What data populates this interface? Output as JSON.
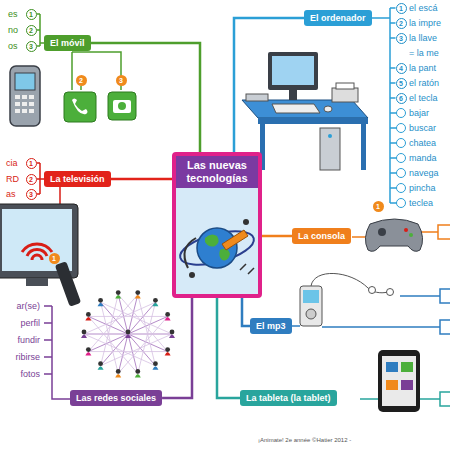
{
  "diagram": {
    "nodes": [
      {
        "text": [
          "Las nuevas tecnologías"
        ]
      },
      {
        "text": [
          "El móvil"
        ]
      },
      {
        "text": [
          "El ordenador"
        ]
      },
      {
        "text": [
          "La televisión"
        ]
      },
      {
        "text": [
          "La consola"
        ]
      },
      {
        "text": [
          "El mp3"
        ]
      },
      {
        "text": [
          "Las redes sociales"
        ]
      },
      {
        "text": [
          "La tableta (la tablet)"
        ]
      }
    ],
    "edges": [
      {
        "from": 0,
        "to": 1,
        "arrow": "none"
      },
      {
        "from": 0,
        "to": 2,
        "arrow": "none"
      },
      {
        "from": 0,
        "to": 3,
        "arrow": "none"
      },
      {
        "from": 0,
        "to": 4,
        "arrow": "none"
      },
      {
        "from": 0,
        "to": 5,
        "arrow": "none"
      },
      {
        "from": 0,
        "to": 6,
        "arrow": "none"
      },
      {
        "from": 0,
        "to": 7,
        "arrow": "none"
      }
    ],
    "labels": [
      "es",
      "1",
      "no",
      "2",
      "os",
      "3",
      "2",
      "3",
      "1",
      "el escá",
      "2",
      "la impre",
      "3",
      "la llave",
      "= la me",
      "4",
      "la pant",
      "5",
      "el ratón",
      "6",
      "el tecla",
      "bajar",
      "buscar",
      "chatea",
      "manda",
      "navega",
      "pincha",
      "teclea",
      "cia",
      "1",
      "RD",
      "2",
      "as",
      "3",
      "1",
      "1",
      "ar(se)",
      "perfil",
      "fundir",
      "ribirse",
      "fotos",
      "¡Animate! 2e année ©Hatier 2012 -"
    ]
  }
}
